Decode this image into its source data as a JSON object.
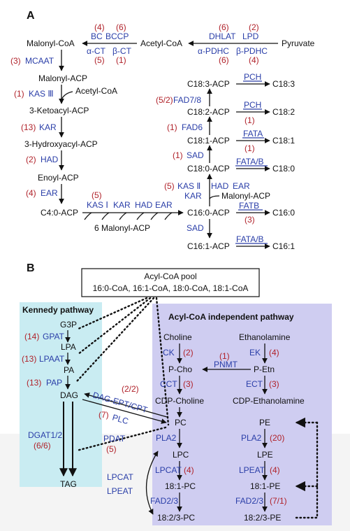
{
  "panels": {
    "a": "A",
    "b": "B"
  },
  "a": {
    "malonyl_coa": "Malonyl-CoA",
    "acetyl_coa": "Acetyl-CoA",
    "pyruvate": "Pyruvate",
    "bc": "BC",
    "bccp": "BCCP",
    "alpha_ct": "α-CT",
    "beta_ct": "β-CT",
    "n_bc": "(4)",
    "n_bccp": "(6)",
    "n_alpha_ct": "(5)",
    "n_beta_ct": "(1)",
    "dhlat": "DHLAT",
    "lpd": "LPD",
    "alpha_pdhc": "α-PDHC",
    "beta_pdhc": "β-PDHC",
    "n_dhlat": "(6)",
    "n_lpd": "(2)",
    "n_alpha_pdhc": "(6)",
    "n_beta_pdhc": "(4)",
    "mcaat": "MCAAT",
    "n_mcaat": "(3)",
    "malonyl_acp": "Malonyl-ACP",
    "kas3": "KAS Ⅲ",
    "n_kas3": "(1)",
    "acetyl_coa_2": "Acetyl-CoA",
    "ketoacyl": "3-Ketoacyl-ACP",
    "kar": "KAR",
    "n_kar": "(13)",
    "hydroxyacyl": "3-Hydroxyacyl-ACP",
    "had": "HAD",
    "n_had": "(2)",
    "enoyl": "Enoyl-ACP",
    "ear": "EAR",
    "n_ear": "(4)",
    "c4": "C4:0-ACP",
    "n_kas1": "(5)",
    "kas1": "KAS Ⅰ",
    "kar2": "KAR",
    "had2": "HAD",
    "ear2": "EAR",
    "malonyl6": "6 Malonyl-ACP",
    "c160acp": "C16:0-ACP",
    "c161acp": "C16:1-ACP",
    "c180acp": "C18:0-ACP",
    "c181acp": "C18:1-ACP",
    "c182acp": "C18:2-ACP",
    "c183acp": "C18:3-ACP",
    "c160": "C16:0",
    "c161": "C16:1",
    "c180": "C18:0",
    "c181": "C18:1",
    "c182": "C18:2",
    "c183": "C18:3",
    "fatb": "FATB",
    "n_fatb": "(3)",
    "sad_low": "SAD",
    "fatab1": "FATA/B",
    "fatab2": "FATA/B",
    "n_kas2": "(5)",
    "kas2": "KAS Ⅱ",
    "kar3": "KAR",
    "had3": "HAD",
    "ear3": "EAR",
    "malonyl_acp2": "Malonyl-ACP",
    "sad": "SAD",
    "n_sad": "(1)",
    "fata": "FATA",
    "n_fata": "(1)",
    "fad6": "FAD6",
    "n_fad6": "(1)",
    "pch1": "PCH",
    "n_pch1": "(1)",
    "fad78": "FAD7/8",
    "n_fad78": "(5/2)",
    "pch2": "PCH"
  },
  "b": {
    "pool_title": "Acyl-CoA pool",
    "pool_list": "16:0-CoA, 16:1-CoA, 18:0-CoA, 18:1-CoA",
    "kennedy": "Kennedy pathway",
    "independent": "Acyl-CoA independent pathway",
    "g3p": "G3P",
    "gpat": "GPAT",
    "n_gpat": "(14)",
    "lpa": "LPA",
    "lpaat": "LPAAT",
    "n_lpaat": "(13)",
    "pa": "PA",
    "pap": "PAP",
    "n_pap": "(13)",
    "dag": "DAG",
    "tag": "TAG",
    "dgat": "DGAT1/2",
    "n_dgat": "(6/6)",
    "pdat": "PDAT",
    "n_pdat": "(5)",
    "dag_ept": "DAG-EPT/CPT",
    "n_dag_ept": "(2/2)",
    "plc": "PLC",
    "n_plc": "(7)",
    "choline": "Choline",
    "ck": "CK",
    "n_ck": "(2)",
    "pcho": "P-Cho",
    "cct": "CCT",
    "n_cct": "(3)",
    "cdp_choline": "CDP-Choline",
    "pc": "PC",
    "pla2": "PLA2",
    "lpc": "LPC",
    "lpcat": "LPCAT",
    "n_lpcat": "(4)",
    "pc181": "18:1-PC",
    "fad23": "FAD2/3",
    "pc1823": "18:2/3-PC",
    "lpcat2": "LPCAT",
    "lpeat2": "LPEAT",
    "ethanolamine": "Ethanolamine",
    "ek": "EK",
    "n_ek": "(4)",
    "petn": "P-Etn",
    "ect": "ECT",
    "n_ect": "(3)",
    "pnmt": "PNMT",
    "n_pnmt": "(1)",
    "cdp_eth": "CDP-Ethanolamine",
    "pe": "PE",
    "pla2_pe": "PLA2",
    "n_pla2_pe": "(20)",
    "lpe": "LPE",
    "lpeat": "LPEAT",
    "n_lpeat": "(4)",
    "pe181": "18:1-PE",
    "fad23_pe": "FAD2/3",
    "n_fad23_pe": "(7/1)",
    "pe1823": "18:2/3-PE"
  },
  "colors": {
    "enzyme": "#2a3ea8",
    "count": "#b0222a",
    "kennedy_bg": "#c9ecf2",
    "independent_bg": "#cfcdf1"
  }
}
